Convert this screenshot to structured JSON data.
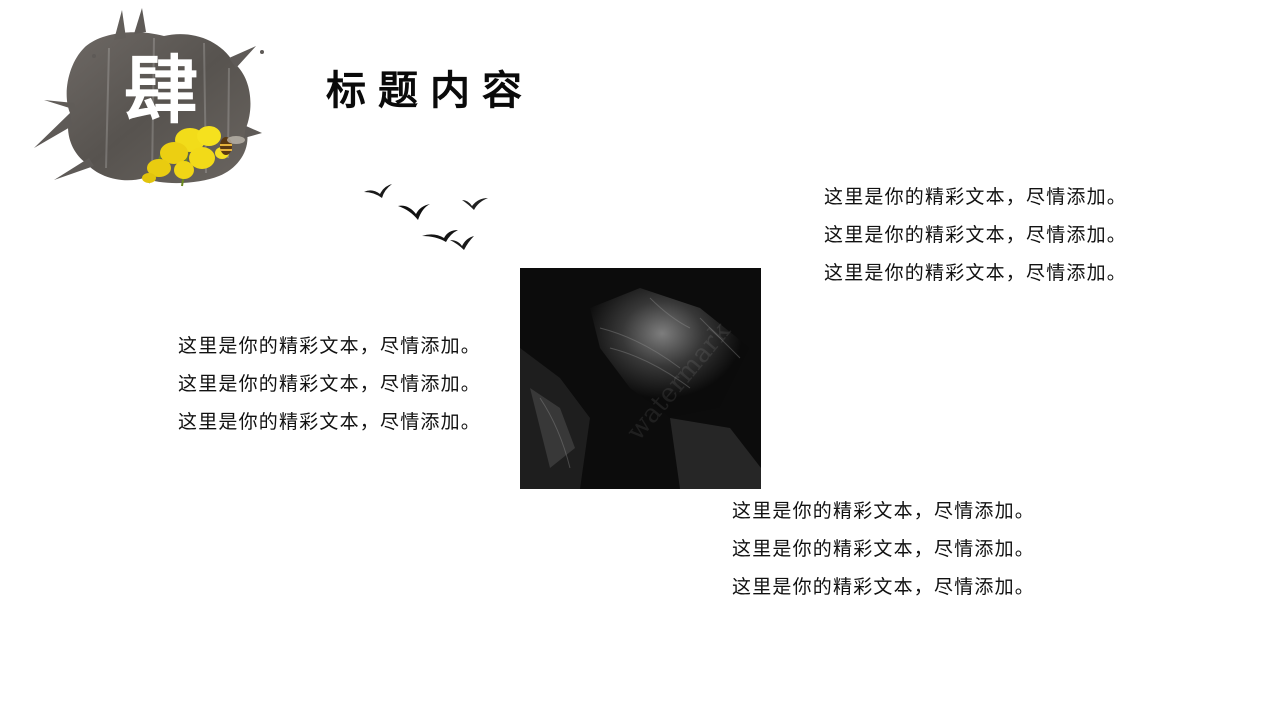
{
  "slide": {
    "badge": {
      "character": "肆",
      "icon": "ink-splash-with-flower-icon",
      "colors": {
        "ink": "#5e5a57",
        "flower": "#f2dc1a",
        "char": "#ffffff"
      }
    },
    "title": "标题内容",
    "birds_icon": "flying-birds-icon",
    "photo": {
      "icon": "black-rock-photo",
      "watermark_hint": "diagonal faint watermark"
    },
    "text_blocks": {
      "top_right": {
        "lines": [
          "这里是你的精彩文本，尽情添加。",
          "这里是你的精彩文本，尽情添加。",
          "这里是你的精彩文本，尽情添加。"
        ]
      },
      "left": {
        "lines": [
          "这里是你的精彩文本，尽情添加。",
          "这里是你的精彩文本，尽情添加。",
          "这里是你的精彩文本，尽情添加。"
        ]
      },
      "bottom": {
        "lines": [
          "这里是你的精彩文本，尽情添加。",
          "这里是你的精彩文本，尽情添加。",
          "这里是你的精彩文本，尽情添加。"
        ]
      }
    }
  }
}
